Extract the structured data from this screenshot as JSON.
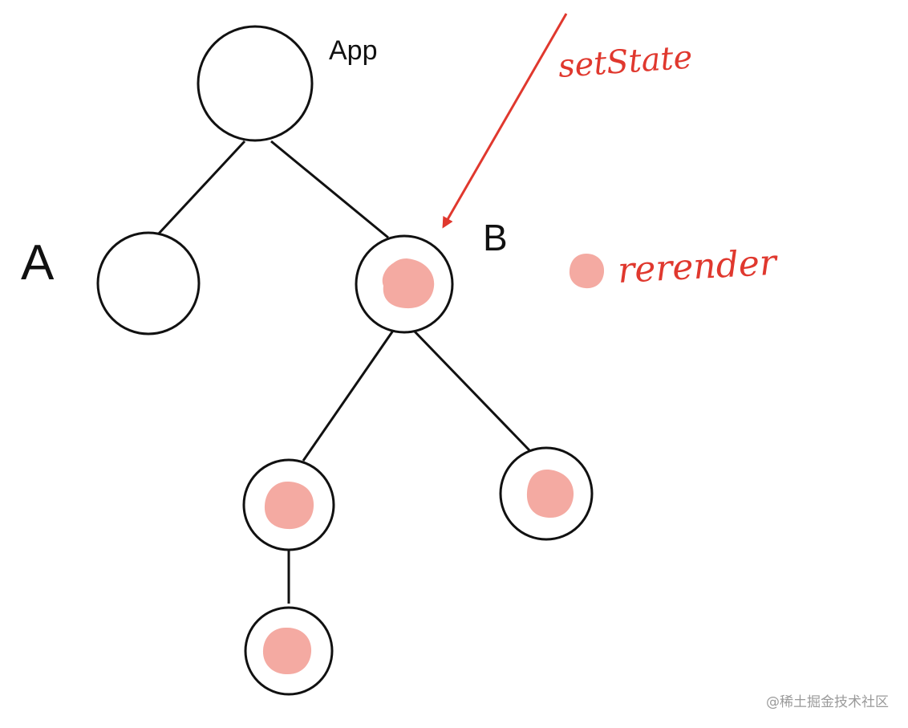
{
  "colors": {
    "line": "#111111",
    "rerender_fill": "#f4aaa2",
    "annotation": "#e0382e",
    "watermark": "#9a9a9a"
  },
  "nodes": [
    {
      "id": "app",
      "label": "App",
      "rerender": false
    },
    {
      "id": "a",
      "label": "A",
      "rerender": false
    },
    {
      "id": "b",
      "label": "B",
      "rerender": true
    },
    {
      "id": "b-left-child",
      "label": "",
      "rerender": true
    },
    {
      "id": "b-right-child",
      "label": "",
      "rerender": true
    },
    {
      "id": "b-left-grandchild",
      "label": "",
      "rerender": true
    }
  ],
  "edges": [
    {
      "from": "app",
      "to": "a"
    },
    {
      "from": "app",
      "to": "b"
    },
    {
      "from": "b",
      "to": "b-left-child"
    },
    {
      "from": "b",
      "to": "b-right-child"
    },
    {
      "from": "b-left-child",
      "to": "b-left-grandchild"
    }
  ],
  "annotation": {
    "arrow_label": "setState",
    "arrow_target": "b"
  },
  "legend": {
    "rerender_label": "rerender"
  },
  "watermark": {
    "text": "@稀土掘金技术社区"
  }
}
